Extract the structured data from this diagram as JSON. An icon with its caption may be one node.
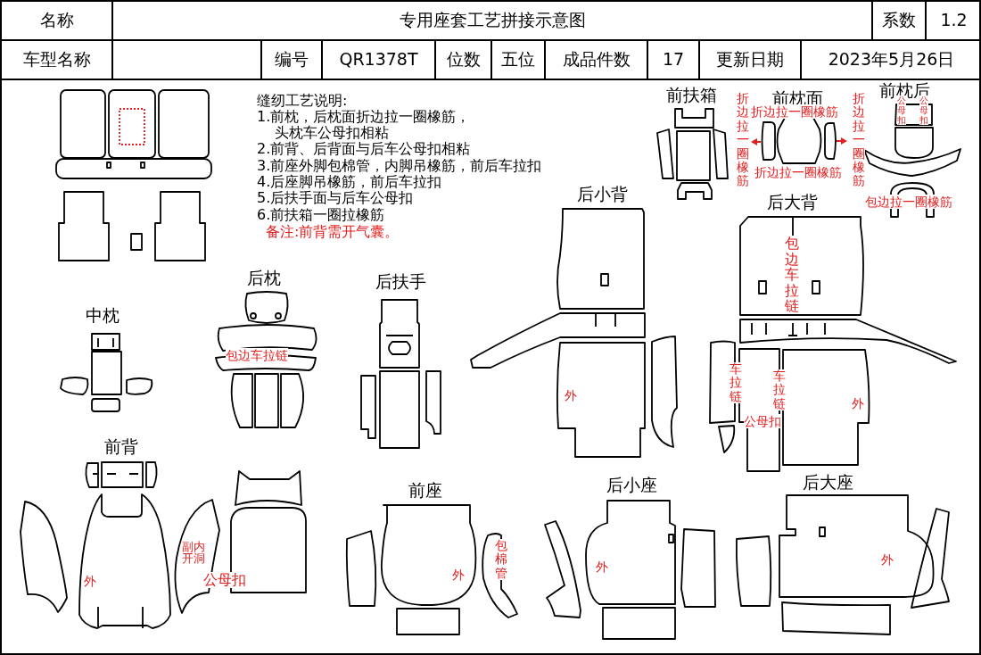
{
  "diagram": {
    "title": "专用座套工艺拼接示意图",
    "labels": [
      "名称",
      "系数",
      "1.2",
      "车型名称",
      "编号",
      "QR1378T",
      "位数",
      "五位",
      "成品件数",
      "17",
      "更新日期",
      "2023年5月26日",
      "缝纫工艺说明:",
      "1.前枕，后枕面折边拉一圈橡筋，头枕车公母扣相粘",
      "2.前背、后背面与后车公母扣相粘",
      "3.前座外脚包棉管，内脚吊橡筋，前后车拉扣",
      "4.后座脚吊橡筋，前后车拉扣",
      "5.后扶手面与后车公母扣",
      "6.前扶箱一圈拉橡筋",
      "备注:前背需开气囊。",
      "前扶箱",
      "前枕面",
      "前枕后",
      "后小背",
      "后大背",
      "后枕",
      "后扶手",
      "中枕",
      "前背",
      "前座",
      "后小座",
      "后大座",
      "折边拉一圈橡筋",
      "折边拉一圈橡筋",
      "折边拉一圈橡筋",
      "折边拉一圈橡筋",
      "公母扣",
      "公母扣",
      "包边拉一圈橡筋",
      "包边车拉链",
      "包边车拉链",
      "车拉链",
      "车拉链",
      "公母扣",
      "外",
      "外",
      "副内开洞",
      "外",
      "公母扣",
      "外",
      "包棉管",
      "外",
      "外"
    ]
  }
}
